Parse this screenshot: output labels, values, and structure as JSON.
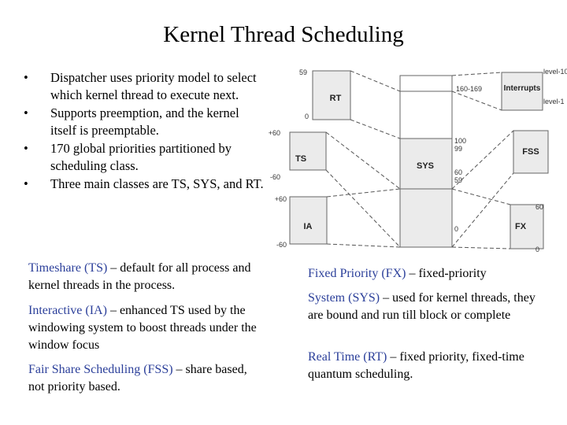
{
  "title": "Kernel Thread Scheduling",
  "bullets": [
    {
      "mark": "•",
      "text": "Dispatcher uses priority model to select which kernel thread to execute next."
    },
    {
      "mark": "•",
      "text": "Supports preemption, and the kernel itself is preemptable."
    },
    {
      "mark": "•",
      "text": "170 global priorities partitioned by scheduling class."
    },
    {
      "mark": "•",
      "text": "Three main classes are TS, SYS, and RT."
    }
  ],
  "left_descriptions": [
    {
      "term": "Timeshare (TS)",
      "text": " – default for all process and kernel threads in the process."
    },
    {
      "term": "Interactive (IA)",
      "text": " – enhanced TS used by the windowing system to boost threads under the window focus"
    },
    {
      "term": "Fair Share Scheduling (FSS)",
      "text": " – share based, not priority based."
    }
  ],
  "right_descriptions": [
    {
      "term": "Fixed Priority (FX)",
      "text": " – fixed-priority"
    },
    {
      "term": "System (SYS)",
      "text": " – used for kernel threads, they are bound and run till block or complete"
    },
    {
      "term": "Real Time (RT)",
      "text": " – fixed priority, fixed-time quantum scheduling."
    }
  ],
  "diagram": {
    "classes": {
      "rt": "RT",
      "ts": "TS",
      "ia": "IA",
      "sys": "SYS",
      "interrupts": "Interrupts",
      "fss": "FSS",
      "fx": "FX"
    },
    "labels": {
      "rt_top": "59",
      "rt_bottom": "0",
      "ts_top": "+60",
      "ts_bottom": "-60",
      "ia_top": "+60",
      "ia_bottom": "-60",
      "global_range": "160-169",
      "level_top": "level-10",
      "level_bottom": "level-1",
      "g100": "100",
      "g99": "99",
      "g60": "60",
      "g59": "59",
      "g0": "0",
      "fx_top": "60",
      "fx_bottom": "0"
    }
  }
}
